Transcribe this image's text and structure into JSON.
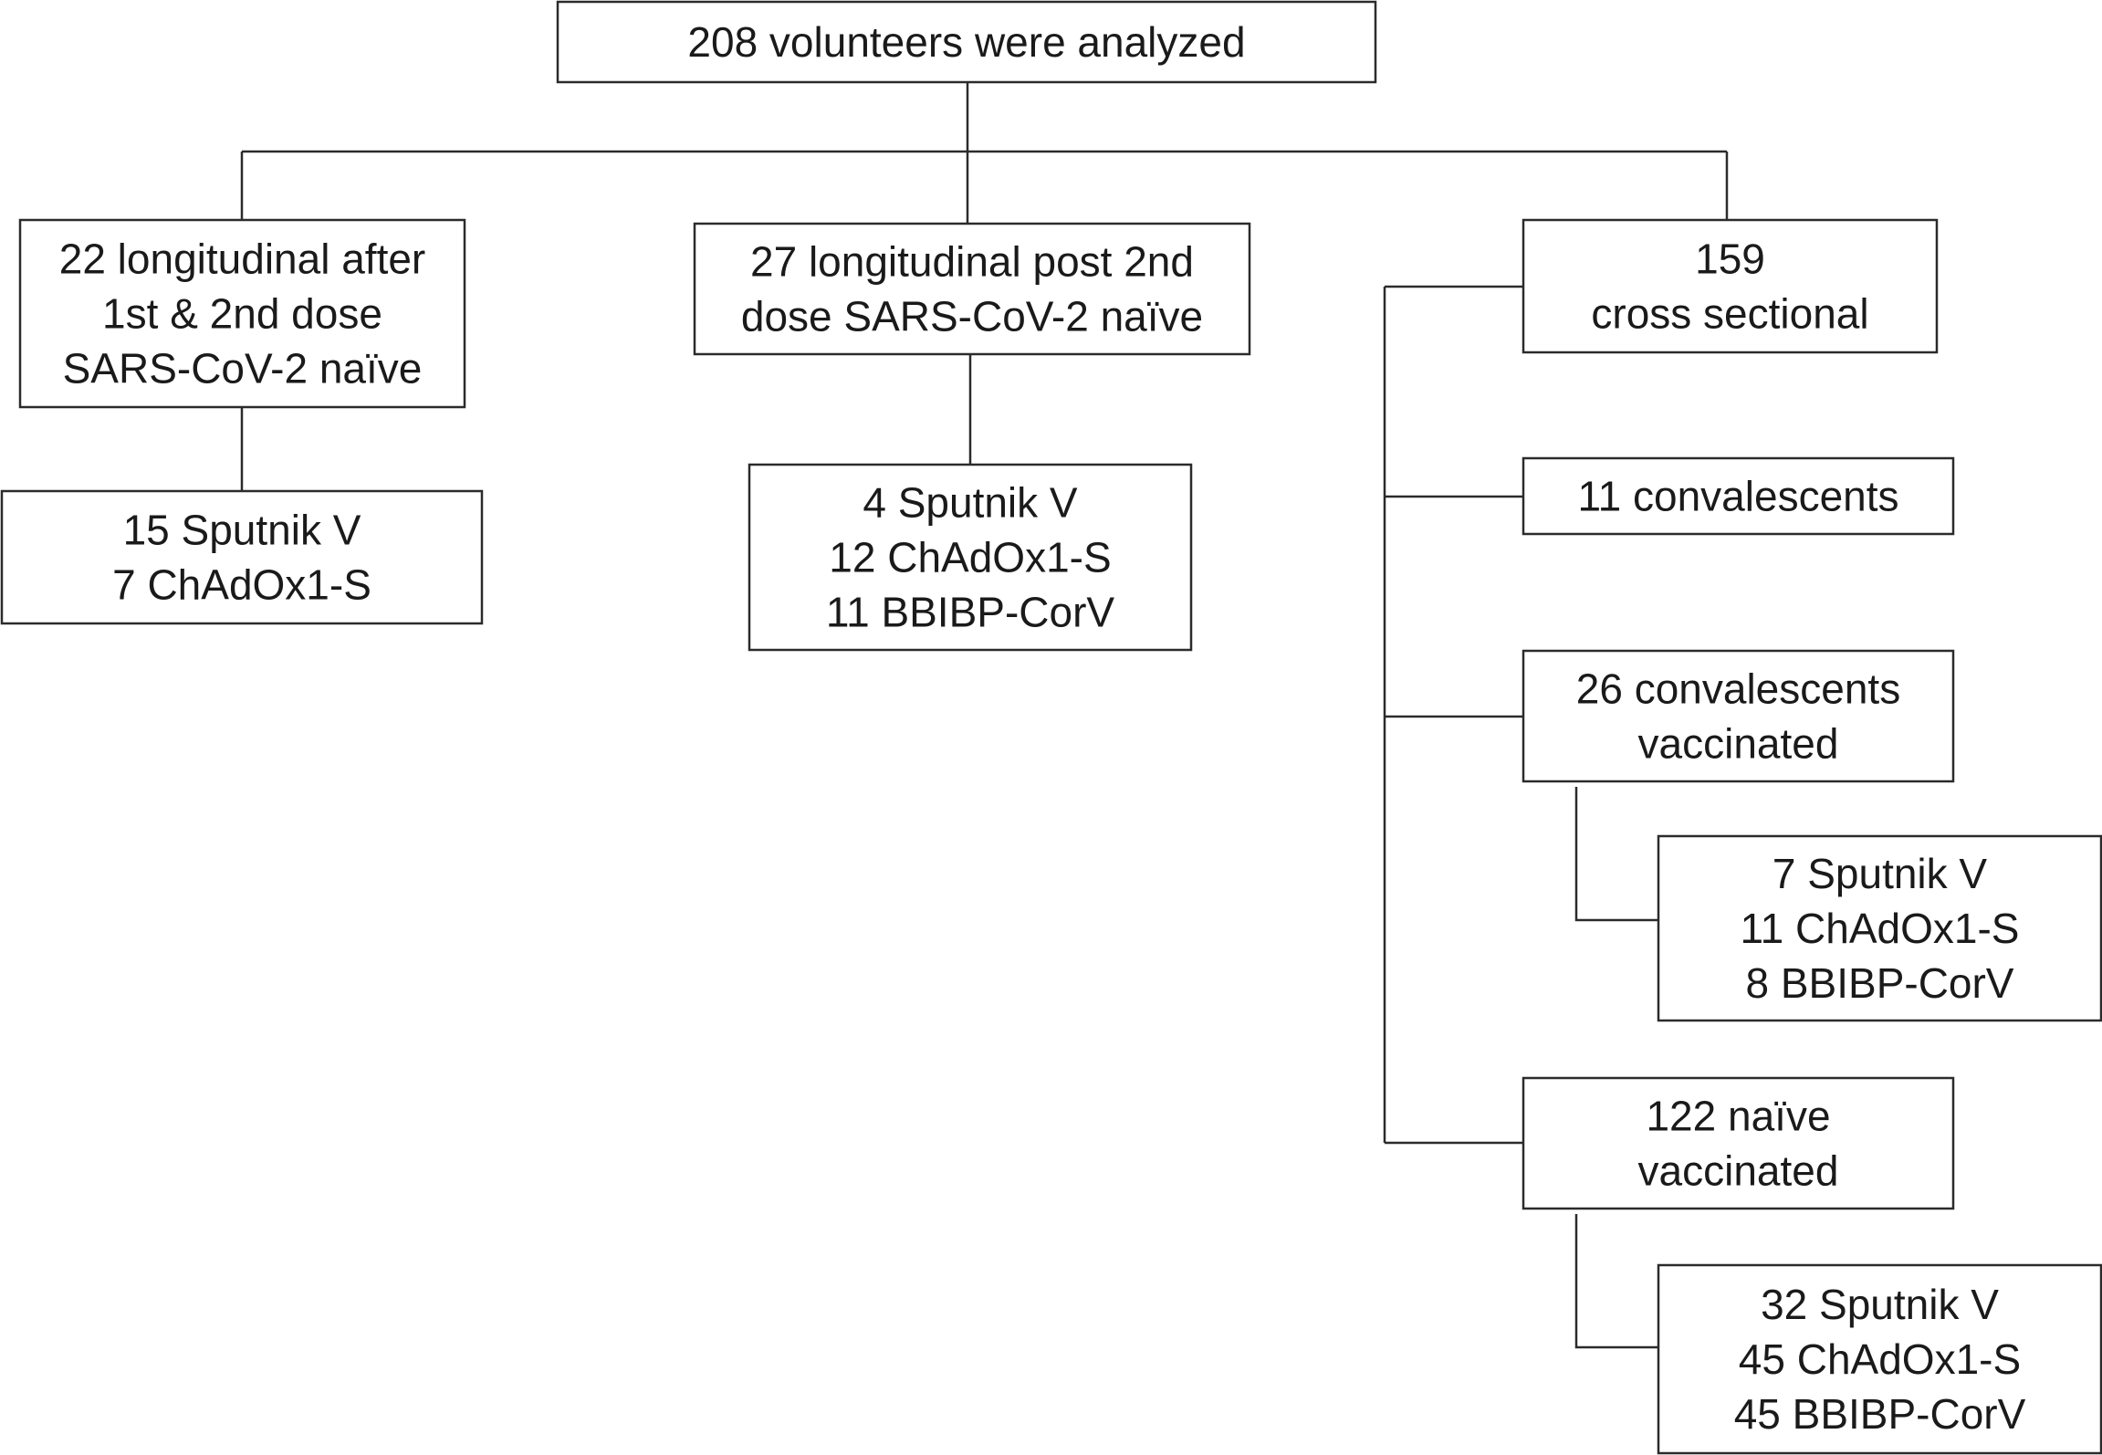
{
  "diagram": {
    "type": "flowchart",
    "line_color": "#2b2b2b",
    "text_color": "#1a1a1a",
    "nodes": [
      {
        "id": "total",
        "lines": [
          "208 volunteers  were analyzed"
        ]
      },
      {
        "id": "longitudinal-1st-2nd",
        "lines": [
          "22 longitudinal after",
          "1st & 2nd dose",
          "SARS-CoV-2 naïve"
        ]
      },
      {
        "id": "longitudinal-1st-2nd-vaccines",
        "lines": [
          "15 Sputnik V",
          "7 ChAdOx1-S"
        ]
      },
      {
        "id": "longitudinal-post-2nd",
        "lines": [
          "27 longitudinal post 2nd",
          "dose SARS-CoV-2 naïve"
        ]
      },
      {
        "id": "longitudinal-post-2nd-vaccines",
        "lines": [
          "4 Sputnik V",
          "12 ChAdOx1-S",
          "11 BBIBP-CorV"
        ]
      },
      {
        "id": "cross-sectional",
        "lines": [
          "159",
          "cross sectional"
        ]
      },
      {
        "id": "convalescents",
        "lines": [
          "11 convalescents"
        ]
      },
      {
        "id": "convalescents-vaccinated",
        "lines": [
          "26 convalescents",
          "vaccinated"
        ]
      },
      {
        "id": "convalescents-vaccinated-vaccines",
        "lines": [
          "7 Sputnik V",
          "11 ChAdOx1-S",
          "8 BBIBP-CorV"
        ]
      },
      {
        "id": "naive-vaccinated",
        "lines": [
          "122 naïve",
          "vaccinated"
        ]
      },
      {
        "id": "naive-vaccinated-vaccines",
        "lines": [
          "32 Sputnik V",
          "45 ChAdOx1-S",
          "45 BBIBP-CorV"
        ]
      }
    ],
    "edges": [
      {
        "from": "total",
        "to": "longitudinal-1st-2nd"
      },
      {
        "from": "total",
        "to": "longitudinal-post-2nd"
      },
      {
        "from": "total",
        "to": "cross-sectional"
      },
      {
        "from": "longitudinal-1st-2nd",
        "to": "longitudinal-1st-2nd-vaccines"
      },
      {
        "from": "longitudinal-post-2nd",
        "to": "longitudinal-post-2nd-vaccines"
      },
      {
        "from": "cross-sectional",
        "to": "convalescents"
      },
      {
        "from": "cross-sectional",
        "to": "convalescents-vaccinated"
      },
      {
        "from": "cross-sectional",
        "to": "naive-vaccinated"
      },
      {
        "from": "convalescents-vaccinated",
        "to": "convalescents-vaccinated-vaccines"
      },
      {
        "from": "naive-vaccinated",
        "to": "naive-vaccinated-vaccines"
      }
    ]
  }
}
